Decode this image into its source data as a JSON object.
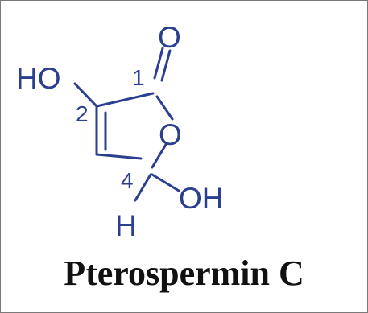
{
  "figure": {
    "compound_name": "Pterospermin C",
    "colors": {
      "structure": "#2b3f8f",
      "name_text": "#111111",
      "frame": "#7a7a7a"
    },
    "atoms": {
      "carbonyl_oxygen": "O",
      "hydroxyl_left": "HO",
      "ring_oxygen": "O",
      "hydroxyl_right": "OH",
      "hydrogen": "H"
    },
    "locants": {
      "c1": "1",
      "c2": "2",
      "c4": "4"
    }
  }
}
